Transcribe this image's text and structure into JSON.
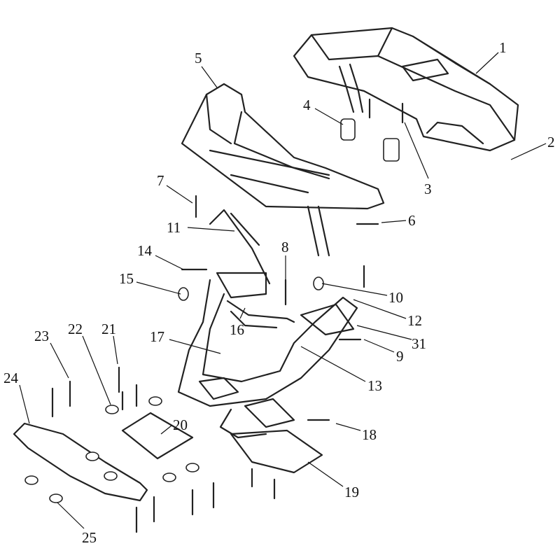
{
  "diagram_title": "",
  "callouts": [
    {
      "id": "1",
      "text": "1"
    },
    {
      "id": "2",
      "text": "2"
    },
    {
      "id": "3",
      "text": "3"
    },
    {
      "id": "4",
      "text": "4"
    },
    {
      "id": "5",
      "text": "5"
    },
    {
      "id": "6",
      "text": "6"
    },
    {
      "id": "7",
      "text": "7"
    },
    {
      "id": "8",
      "text": "8"
    },
    {
      "id": "9",
      "text": "9"
    },
    {
      "id": "10",
      "text": "10"
    },
    {
      "id": "11",
      "text": "11"
    },
    {
      "id": "12",
      "text": "12"
    },
    {
      "id": "13",
      "text": "13"
    },
    {
      "id": "14",
      "text": "14"
    },
    {
      "id": "15",
      "text": "15"
    },
    {
      "id": "16",
      "text": "16"
    },
    {
      "id": "17",
      "text": "17"
    },
    {
      "id": "18",
      "text": "18"
    },
    {
      "id": "19",
      "text": "19"
    },
    {
      "id": "20",
      "text": "20"
    },
    {
      "id": "21",
      "text": "21"
    },
    {
      "id": "22",
      "text": "22"
    },
    {
      "id": "23",
      "text": "23"
    },
    {
      "id": "24",
      "text": "24"
    },
    {
      "id": "25",
      "text": "25"
    },
    {
      "id": "31",
      "text": "31"
    }
  ]
}
